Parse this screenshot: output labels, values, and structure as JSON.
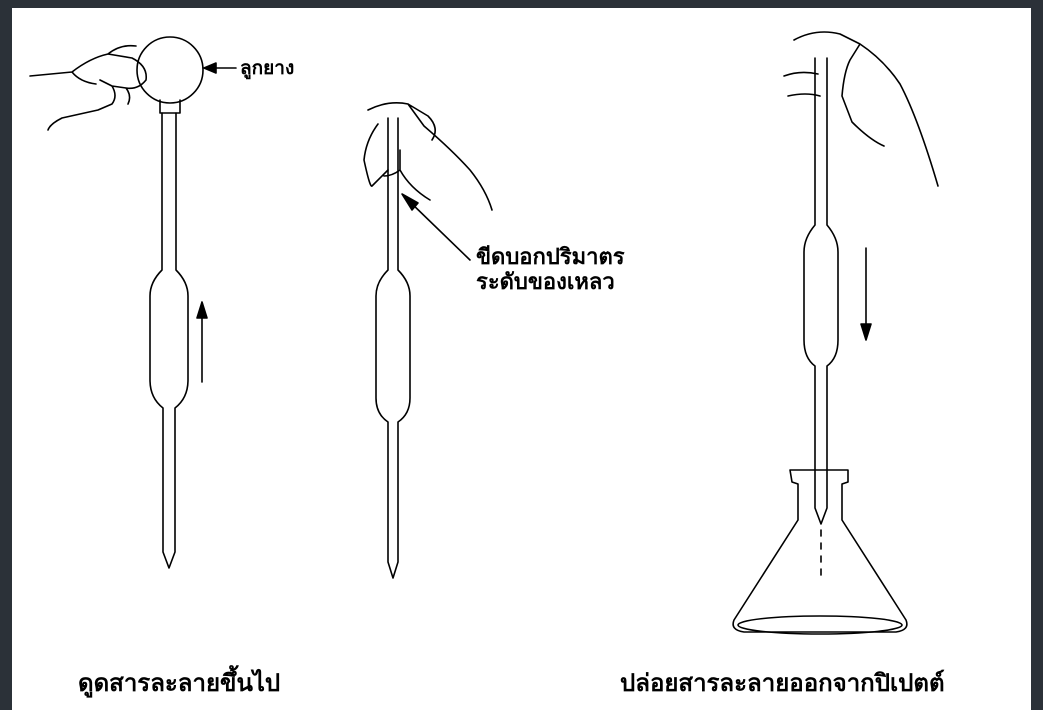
{
  "labels": {
    "rubber_bulb": "ลูกยาง",
    "volume_mark_line1": "ขีดบอกปริมาตร",
    "volume_mark_line2": "ระดับของเหลว",
    "caption_left": "ดูดสารละลายขึ้นไป",
    "caption_right": "ปล่อยสารละลายออกจากปิเปตต์"
  },
  "colors": {
    "background": "#2b3138",
    "paper": "#ffffff",
    "ink": "#000000"
  },
  "icons": [
    "hand-icon",
    "pipette-icon",
    "rubber-bulb-icon",
    "arrow-up-icon",
    "arrow-down-icon",
    "flask-icon"
  ]
}
